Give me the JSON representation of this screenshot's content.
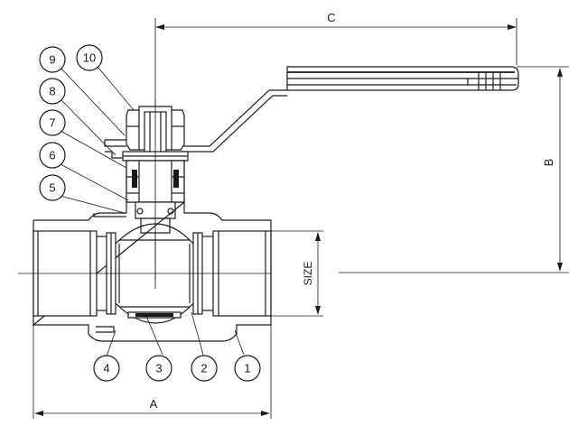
{
  "diagram": {
    "dimensions": {
      "a_label": "A",
      "b_label": "B",
      "c_label": "C",
      "size_label": "SIZE"
    },
    "callouts": [
      {
        "id": "c1",
        "label": "1"
      },
      {
        "id": "c2",
        "label": "2"
      },
      {
        "id": "c3",
        "label": "3"
      },
      {
        "id": "c4",
        "label": "4"
      },
      {
        "id": "c5",
        "label": "5"
      },
      {
        "id": "c6",
        "label": "6"
      },
      {
        "id": "c7",
        "label": "7"
      },
      {
        "id": "c8",
        "label": "8"
      },
      {
        "id": "c9",
        "label": "9"
      },
      {
        "id": "c10",
        "label": "10"
      }
    ],
    "colors": {
      "line": "#1a1a1a",
      "background": "#ffffff"
    }
  }
}
